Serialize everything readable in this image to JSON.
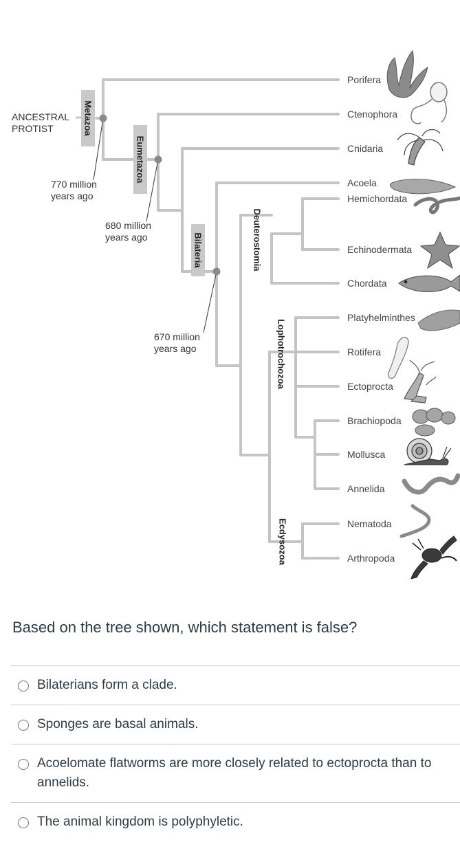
{
  "root_label": [
    "ANCESTRAL",
    "PROTIST"
  ],
  "clades": {
    "metazoa": "Metazoa",
    "eumetazoa": "Eumetazoa",
    "bilateria": "Bilateria",
    "deuterostomia": "Deuterostomia",
    "lophotrochozoa": "Lophotrochozoa",
    "ecdysozoa": "Ecdysozoa"
  },
  "times": {
    "metazoa": [
      "770 million",
      "years ago"
    ],
    "eumetazoa": [
      "680 million",
      "years ago"
    ],
    "bilateria": [
      "670 million",
      "years ago"
    ]
  },
  "taxa": [
    "Porifera",
    "Ctenophora",
    "Cnidaria",
    "Acoela",
    "Hemichordata",
    "Echinodermata",
    "Chordata",
    "Platyhelminthes",
    "Rotifera",
    "Ectoprocta",
    "Brachiopoda",
    "Mollusca",
    "Annelida",
    "Nematoda",
    "Arthropoda"
  ],
  "question": "Based on the tree shown, which statement is false?",
  "options": [
    "Bilaterians form a clade.",
    "Sponges are basal animals.",
    "Acoelomate flatworms are more closely related to ectoprocta than to annelids.",
    "The animal kingdom is polyphyletic."
  ],
  "colors": {
    "branch": "#c4c4c4",
    "node": "#8a8a8a",
    "label_box": "#c9c9c9",
    "text": "#2d3b45"
  }
}
